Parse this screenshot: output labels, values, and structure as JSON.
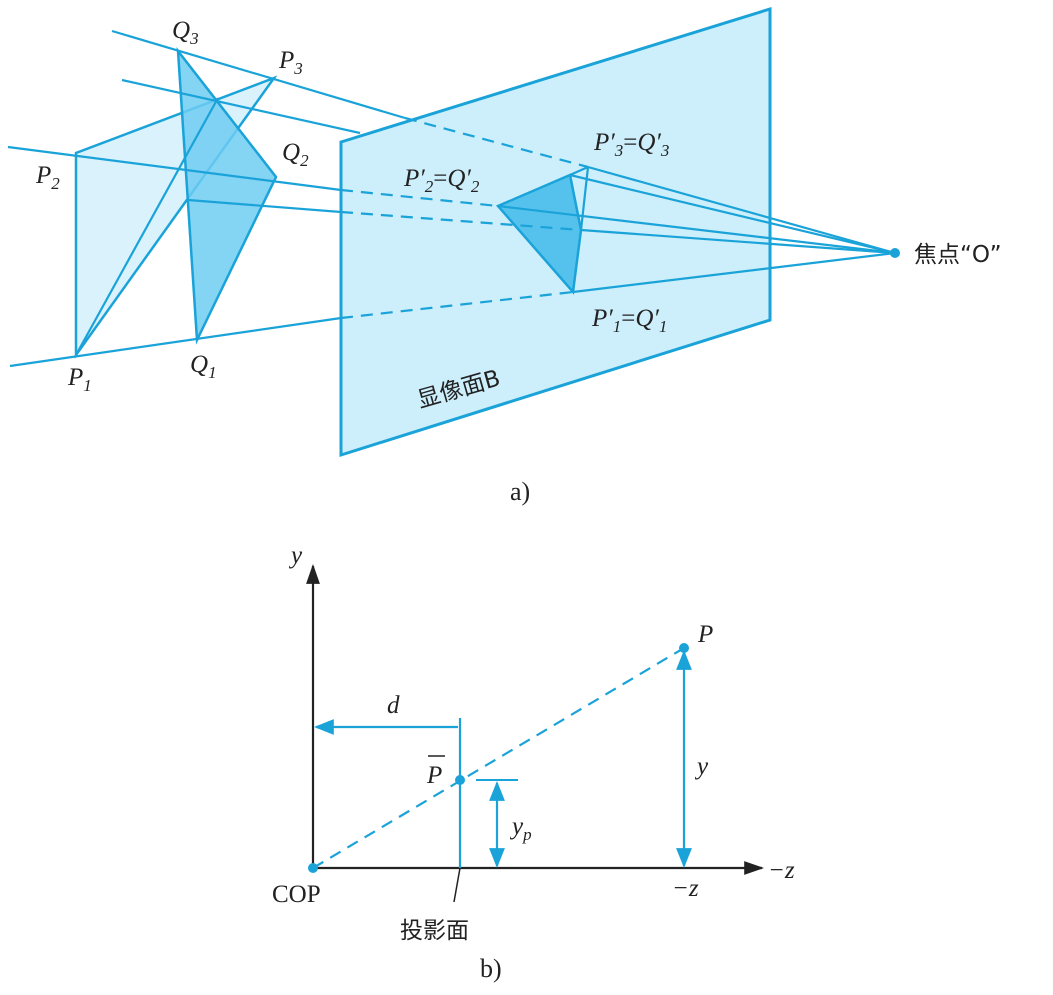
{
  "colors": {
    "ray": "#1aa3d9",
    "plane_fill": "#cdeefb",
    "triangle_p_fill": "#d4f0fb",
    "triangle_q_fill": "#6fcdf2",
    "image_fill": "#55c2ee",
    "axis": "#222222"
  },
  "figure_a": {
    "caption": "a)",
    "labels": {
      "q3": "Q3",
      "p3": "P3",
      "p2": "P2",
      "q2": "Q2",
      "p1": "P1",
      "q1": "Q1",
      "p3q3_image": "P′3=Q′3",
      "p2q2_image": "P′2=Q′2",
      "p1q1_image": "P′1=Q′1",
      "focus": "焦点“O”",
      "plane": "显像面B"
    }
  },
  "figure_b": {
    "caption": "b)",
    "labels": {
      "y_axis": "y",
      "z_axis": "−z",
      "cop": "COP",
      "d": "d",
      "p": "P",
      "p_bar": "P",
      "y_dist": "y",
      "yp": "y",
      "yp_sub": "p",
      "neg_z": "−z",
      "proj_plane": "投影面"
    }
  }
}
